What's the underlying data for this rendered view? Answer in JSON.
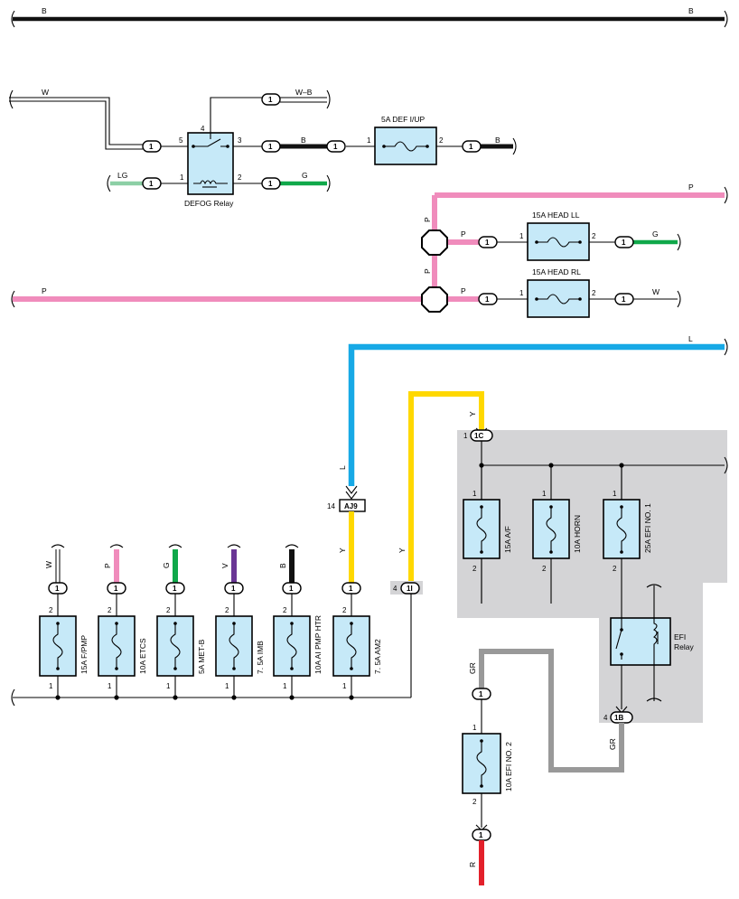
{
  "colors": {
    "B": "#111111",
    "P": "#f08cbc",
    "L": "#17a9e6",
    "Y": "#ffd800",
    "G": "#10a84a",
    "LG": "#8ccfa5",
    "V": "#6a3695",
    "GR": "#999999",
    "R": "#e3202b",
    "fuse_fill": "#c6e9f8",
    "shade": "#d4d4d6"
  },
  "top_bus": {
    "left_label": "B",
    "right_label": "B"
  },
  "defog": {
    "relay_name": "DEFOG Relay",
    "fuse_name": "5A DEF I/UP",
    "wire_W": "W",
    "wire_WB": "W–B",
    "wire_B_mid": "B",
    "wire_B_out": "B",
    "wire_LG": "LG",
    "wire_G": "G",
    "pin4": "4",
    "pin5": "5",
    "pin3": "3",
    "pin1": "1",
    "pin2": "2",
    "fuse_pin1": "1",
    "fuse_pin2": "2",
    "conn": "1"
  },
  "head": {
    "p_top": "P",
    "p_left": "P",
    "p_vert_top": "P",
    "p_vert_mid": "P",
    "p_branch_ll": "P",
    "p_branch_rl": "P",
    "ll_name": "15A HEAD LL",
    "rl_name": "15A HEAD RL",
    "ll_out": "G",
    "rl_out": "W",
    "pin1": "1",
    "pin2": "2",
    "conn": "1"
  },
  "l_wire": {
    "label_top": "L",
    "label_vert": "L",
    "conn_pin": "14",
    "conn_id": "AJ9"
  },
  "y_wire": {
    "label_left": "Y",
    "label_right": "Y",
    "label_top": "Y",
    "pin_1c": "1",
    "id_1c": "1C",
    "pin_1i": "4",
    "id_1i": "1I"
  },
  "bottom_fuses": [
    {
      "name": "15A F/PMP",
      "wire": "W"
    },
    {
      "name": "10A ETCS",
      "wire": "P"
    },
    {
      "name": "5A MET-B",
      "wire": "G"
    },
    {
      "name": "7. 5A IMB",
      "wire": "V"
    },
    {
      "name": "10A AI PMP HTR",
      "wire": "B"
    },
    {
      "name": "7. 5A AM2",
      "wire": "Y"
    }
  ],
  "bottom_pins": {
    "top": "2",
    "bottom": "1",
    "conn": "1"
  },
  "right_fuses": [
    {
      "name": "15A A/F"
    },
    {
      "name": "10A HORN"
    },
    {
      "name": "25A EFI NO. 1"
    }
  ],
  "efi_relay": {
    "name_line1": "EFI",
    "name_line2": "Relay"
  },
  "efi2": {
    "name": "10A EFI NO. 2",
    "wire_gr_left": "GR",
    "wire_gr_right": "GR",
    "wire_r": "R",
    "pin_1b": "4",
    "id_1b": "1B",
    "pin1": "1",
    "pin2": "2",
    "conn": "1"
  }
}
